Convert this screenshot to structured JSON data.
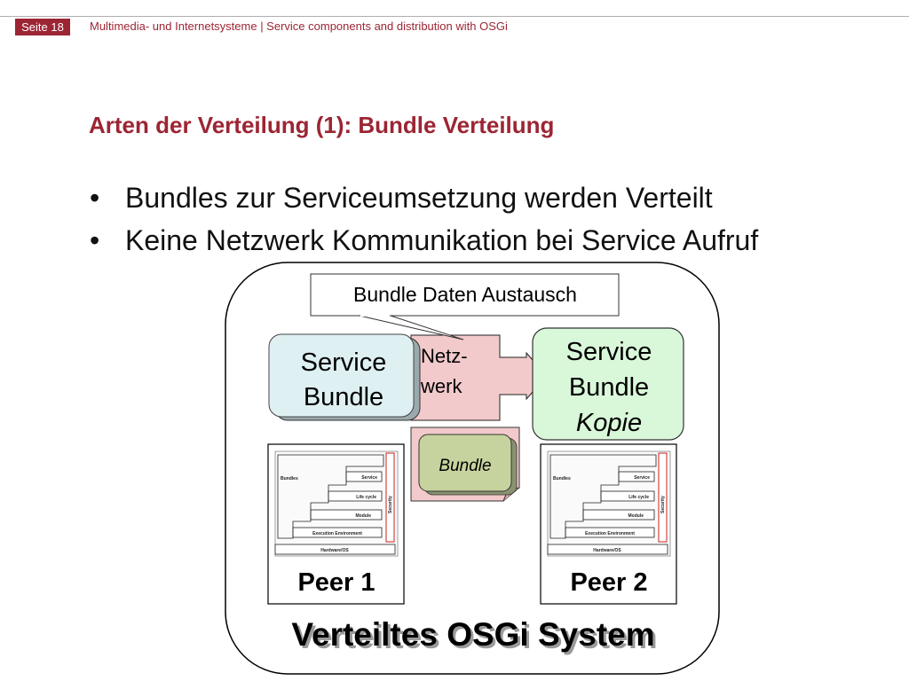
{
  "header": {
    "page_label": "Seite 18",
    "title": "Multimedia- und Internetsysteme | Service components and distribution with OSGi"
  },
  "slide": {
    "title": "Arten der Verteilung (1):  Bundle Verteilung",
    "bullets": [
      "Bundles zur Serviceumsetzung werden Verteilt",
      "Keine Netzwerk Kommunikation bei Service Aufruf"
    ]
  },
  "diagram": {
    "callout": "Bundle Daten Austausch",
    "service_bundle": {
      "line1": "Service",
      "line2": "Bundle"
    },
    "network": {
      "line1": "Netz-",
      "line2": "werk"
    },
    "service_bundle_copy": {
      "line1": "Service",
      "line2": "Bundle",
      "line3": "Kopie"
    },
    "bundle_doc": "Bundle",
    "peer1": "Peer 1",
    "peer2": "Peer 2",
    "system_label": "Verteiltes OSGi System",
    "osgi_stack": {
      "bundles": "Bundles",
      "service": "Service",
      "lifecycle": "Life cycle",
      "module": "Module",
      "execution": "Execution Environment",
      "hardware": "Hardware/OS",
      "security": "Security"
    }
  },
  "colors": {
    "accent": "#9c2534",
    "service_bundle_fill": "#dff0f3",
    "network_fill": "#f2cacb",
    "copy_fill": "#d9f7d9",
    "bundle_doc_fill": "#c6d39e"
  }
}
